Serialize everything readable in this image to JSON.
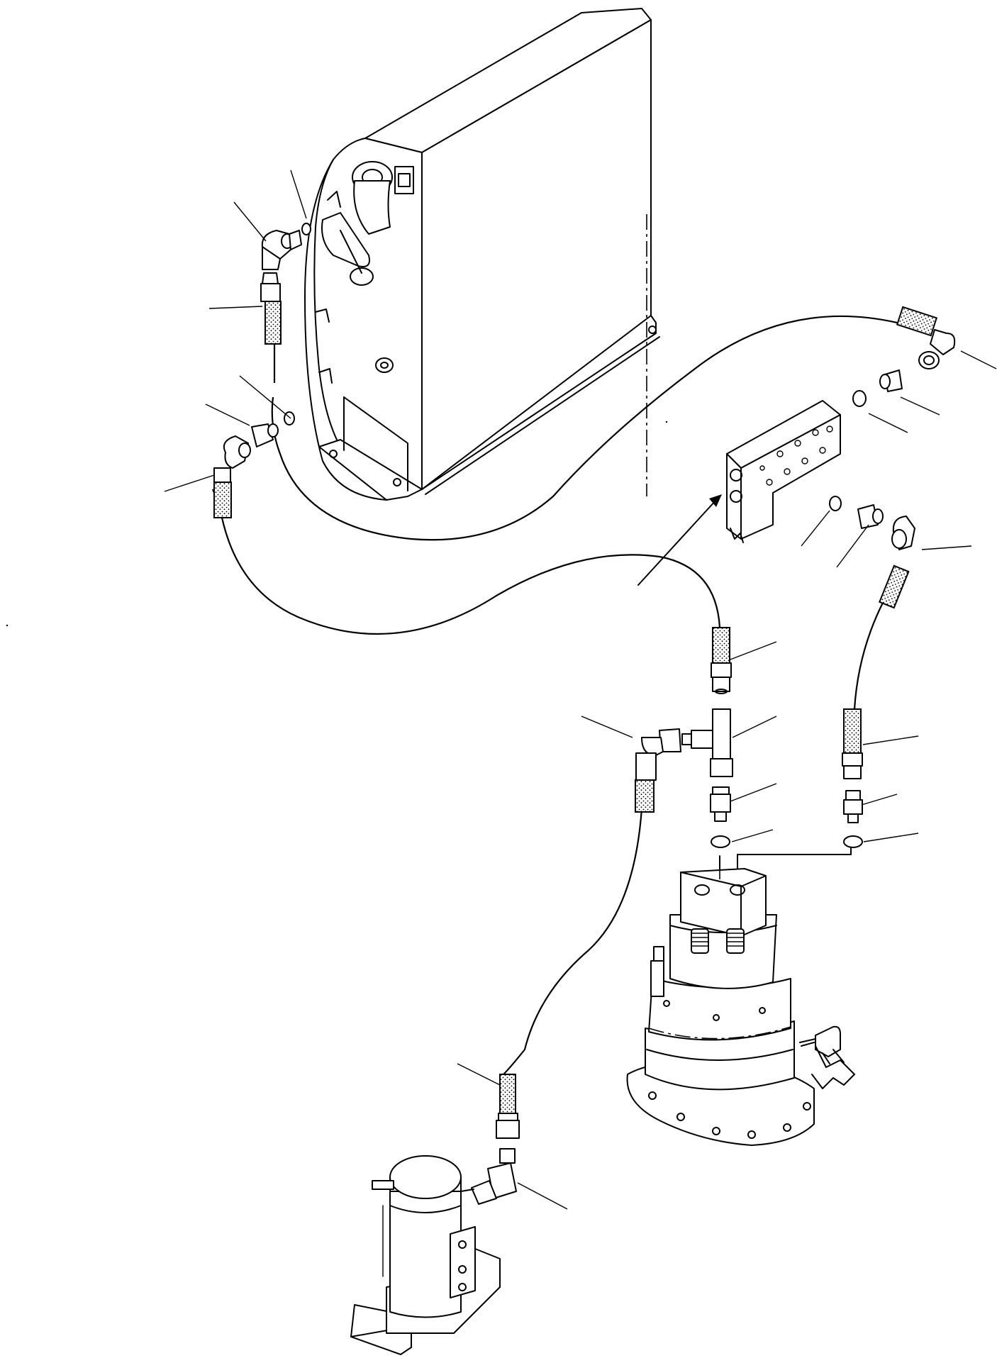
{
  "diagram": {
    "components": [
      {
        "id": "oil-cooler",
        "name": "oil-cooler"
      },
      {
        "id": "manifold-block",
        "name": "manifold-block"
      },
      {
        "id": "swing-motor",
        "name": "swing-motor"
      },
      {
        "id": "swivel-joint",
        "name": "swivel-joint"
      }
    ],
    "hoses": [
      "hose-cooler-to-manifold",
      "hose-cooler-to-tee",
      "hose-manifold-to-motor",
      "hose-tee-to-swivel"
    ],
    "callout_leaders_count": 22,
    "line_color": "#000000",
    "background": "#ffffff"
  }
}
